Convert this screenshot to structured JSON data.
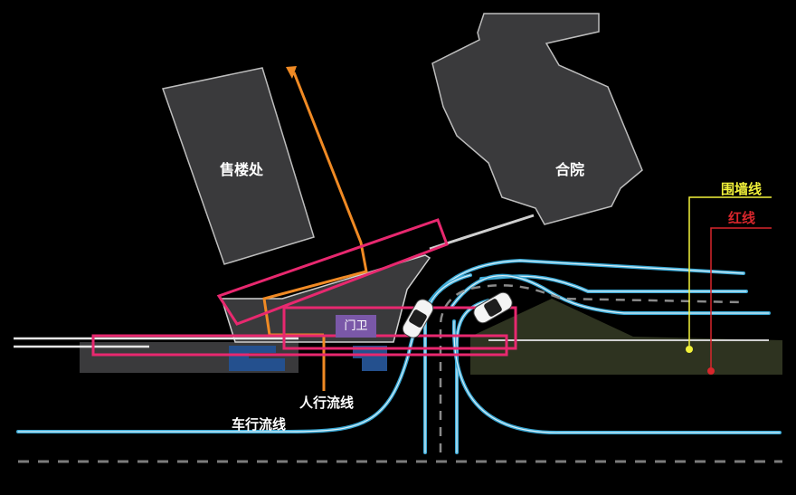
{
  "labels": {
    "sales_office": "售楼处",
    "courtyard": "合院",
    "gatehouse": "门卫",
    "pedestrian_flow": "人行流线",
    "vehicle_flow": "车行流线",
    "wall_line": "围墙线",
    "red_line": "红线"
  },
  "colors": {
    "background": "#000000",
    "building": "#3a3a3c",
    "building_border": "#cfcfcf",
    "pedestrian_path": "#f08a24",
    "vehicle_path": "#3aa9d6",
    "highlight_frame": "#e8286f",
    "wall_line": "#f2f23a",
    "red_line": "#d8262c",
    "gate_box": "#7a58a8",
    "guard_blocks": "#24508e",
    "green_zone": "#2e3320"
  }
}
